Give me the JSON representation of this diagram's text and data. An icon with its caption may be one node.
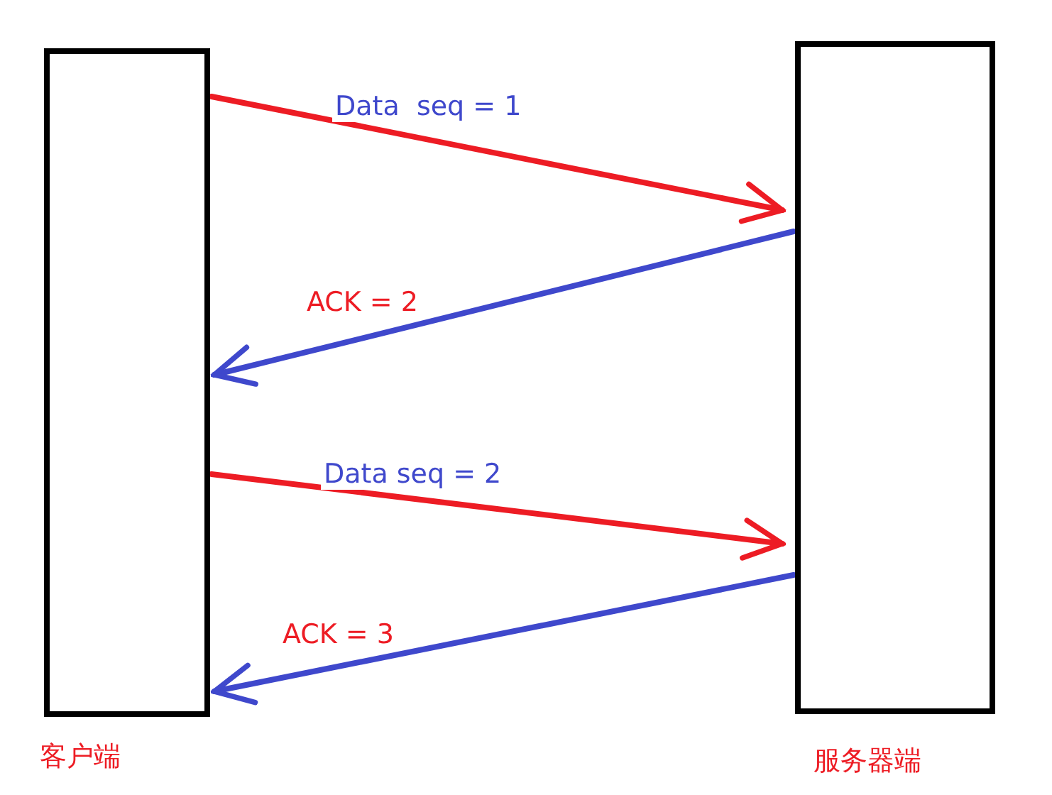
{
  "diagram": {
    "nodes": [
      {
        "text": [
          "客户端"
        ]
      },
      {
        "text": [
          "服务器端"
        ]
      }
    ],
    "edges": [
      {
        "from": 0,
        "to": 1,
        "arrow": "to",
        "label": "Data  seq = 1",
        "color": "#ed1c24"
      },
      {
        "from": 1,
        "to": 0,
        "arrow": "to",
        "label": "ACK = 2",
        "color": "#3f48cc"
      },
      {
        "from": 0,
        "to": 1,
        "arrow": "to",
        "label": "Data seq = 2",
        "color": "#ed1c24"
      },
      {
        "from": 1,
        "to": 0,
        "arrow": "to",
        "label": "ACK = 3",
        "color": "#3f48cc"
      }
    ]
  }
}
